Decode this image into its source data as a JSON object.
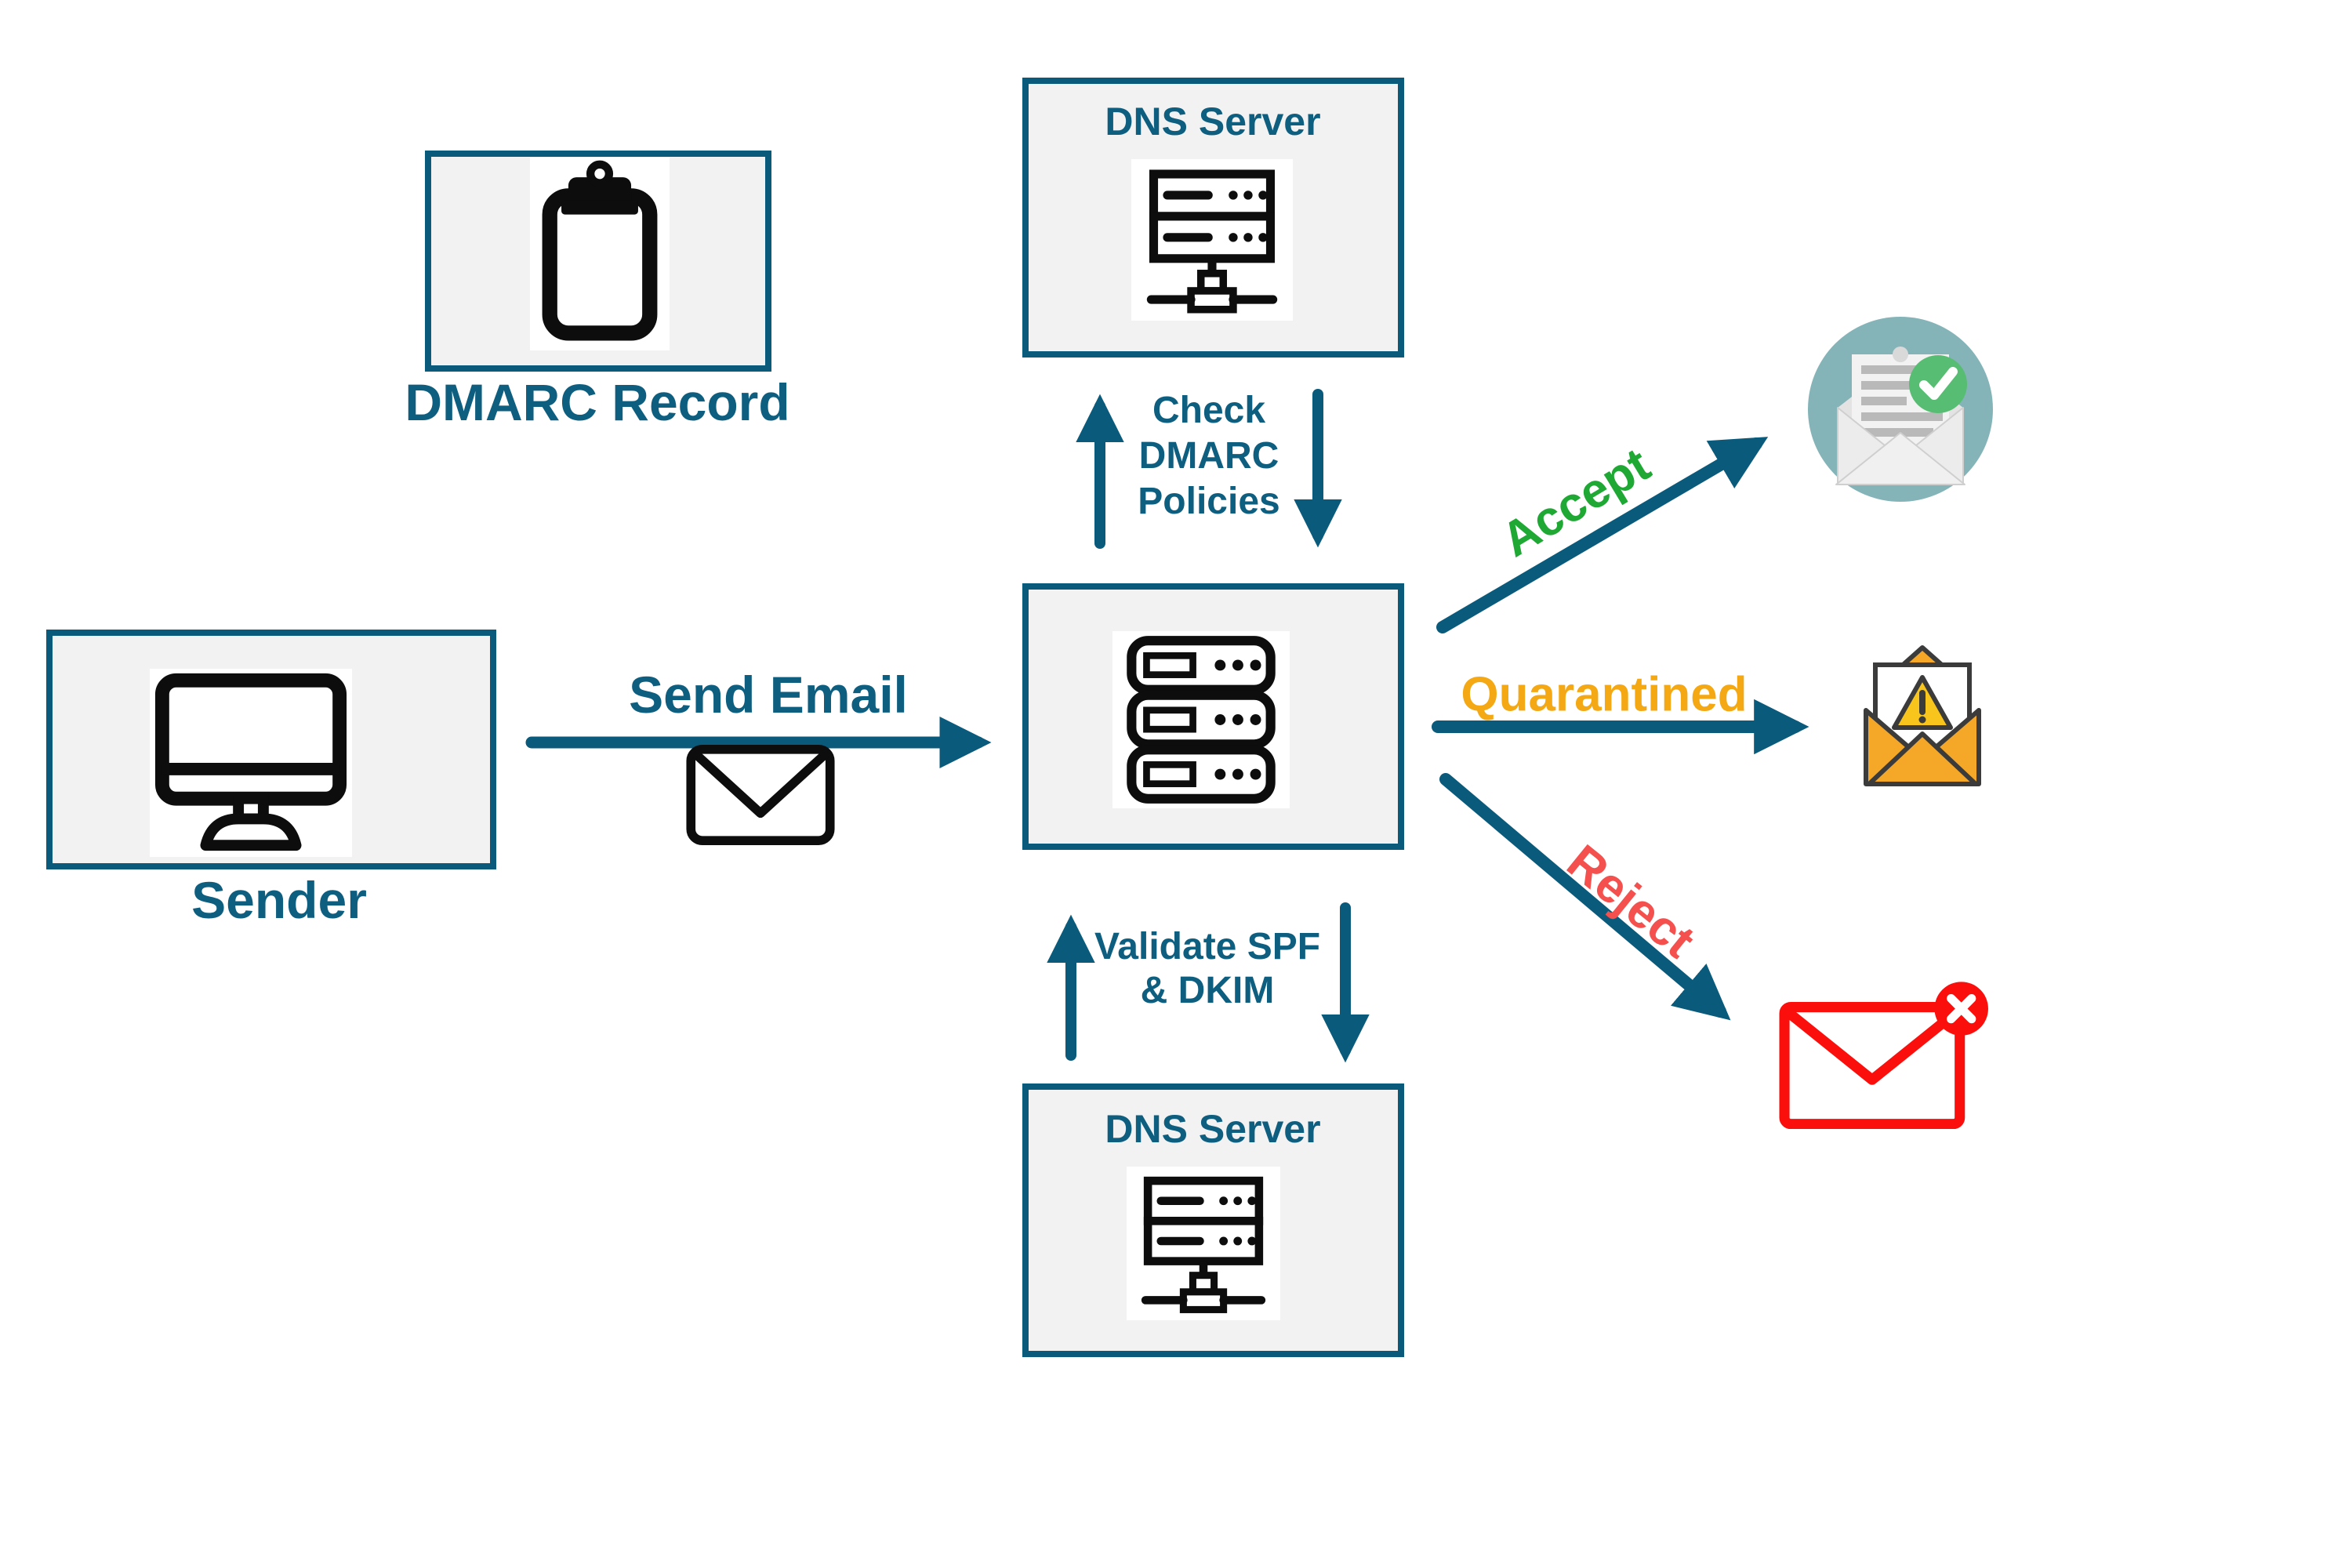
{
  "colors": {
    "teal": "#0a5a7c",
    "teal_text": "#0e5e80",
    "box_bg": "#f2f2f2",
    "accept_green": "#1fa934",
    "quarantine_orange": "#f3a814",
    "reject_red": "#f4504e",
    "icon_red": "#fb0f0c",
    "accept_circle": "#84b4b8",
    "badge_green": "#57bd73",
    "icon_orange": "#f5a728",
    "icon_outline": "#3b3b3b",
    "icon_black": "#0d0d0d"
  },
  "nodes": {
    "dns_server_top": {
      "label": "DNS Server",
      "icon": "network-server-icon"
    },
    "dmarc_record": {
      "label": "DMARC Record",
      "icon": "clipboard-icon"
    },
    "sender": {
      "label": "Sender",
      "icon": "desktop-computer-icon"
    },
    "mail_server": {
      "icon": "server-stack-icon"
    },
    "dns_server_bottom": {
      "label": "DNS Server",
      "icon": "network-server-icon"
    }
  },
  "edges": {
    "send_email": {
      "label": "Send Email",
      "icon": "envelope-icon"
    },
    "check_dmarc": {
      "line1": "Check",
      "line2": "DMARC",
      "line3": "Policies"
    },
    "validate_spf_dkim": {
      "line1": "Validate SPF",
      "line2": "& DKIM"
    },
    "accept": {
      "label": "Accept",
      "icon": "envelope-check-icon"
    },
    "quarantined": {
      "label": "Quarantined",
      "icon": "envelope-warning-icon"
    },
    "reject": {
      "label": "Reject",
      "icon": "envelope-rejected-icon"
    }
  }
}
